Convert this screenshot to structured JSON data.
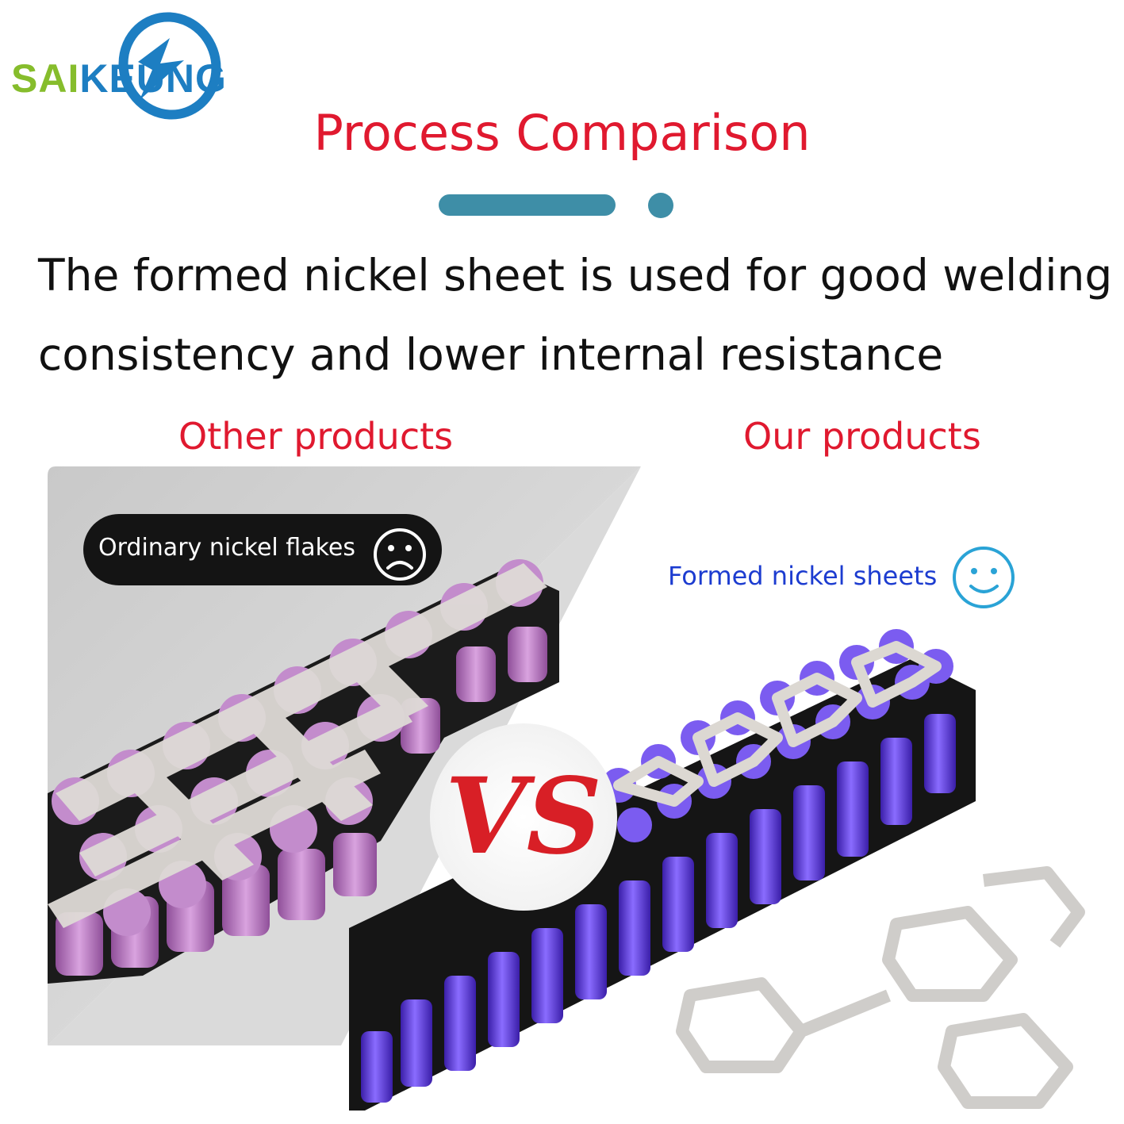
{
  "brand": {
    "part1": "SAI",
    "part2": "KEUNG",
    "accent_green": "#86bd2c",
    "accent_blue": "#1d7ec2"
  },
  "title": "Process Comparison",
  "description": {
    "line1": "The formed nickel sheet is used for good welding",
    "line2": "consistency and lower internal resistance"
  },
  "comparison": {
    "left_label": "Other products",
    "right_label": "Our products",
    "left_tag": "Ordinary nickel flakes",
    "left_icon": "sad-face-icon",
    "right_tag": "Formed nickel sheets",
    "right_icon": "smiley-face-icon",
    "vs_text": "VS"
  },
  "colors": {
    "title_red": "#e0192f",
    "cell_pink": "#c77bd1",
    "cell_purple": "#6a3ee0",
    "nickel": "#d4d4d4",
    "deco_teal": "#3e8ea7"
  }
}
